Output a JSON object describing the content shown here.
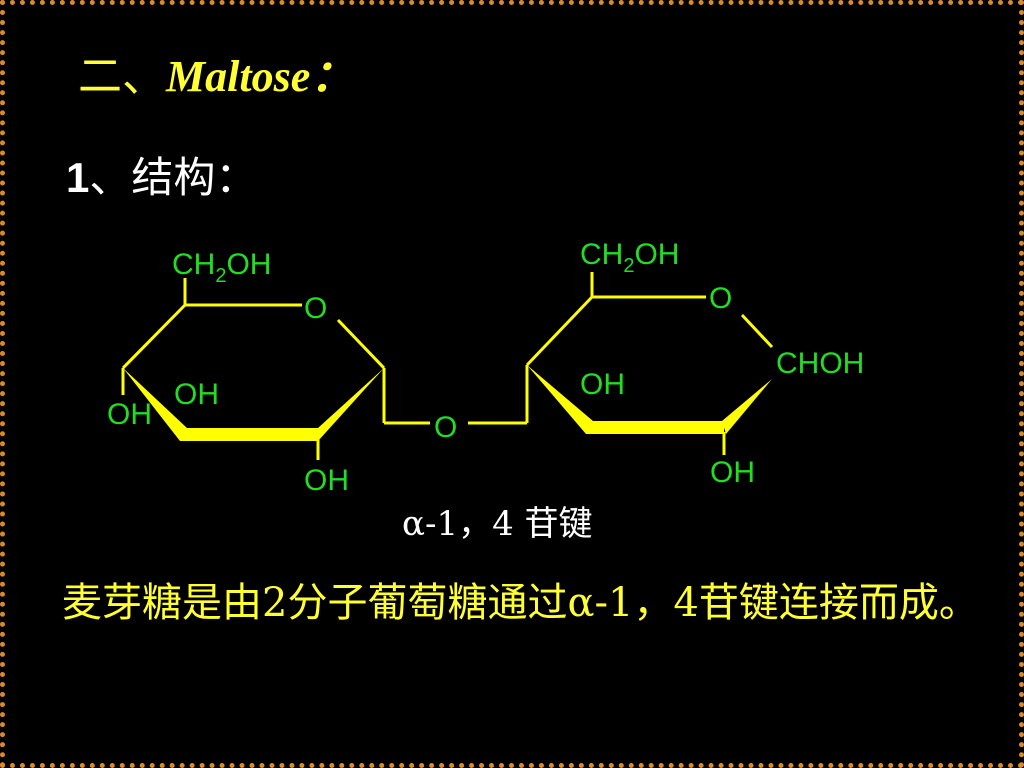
{
  "slide": {
    "title_prefix": "二、",
    "title_main": "Maltose",
    "title_colon": "：",
    "subtitle_num": "1",
    "subtitle_text": "、结构：",
    "caption": "α-1，4 苷键",
    "description": "麦芽糖是由2分子葡萄糖通过α-1，4苷键连接而成。"
  },
  "structure": {
    "left_ring": {
      "ch2oh_main": "CH",
      "ch2oh_sub": "2",
      "ch2oh_tail": "OH",
      "ring_o": "O",
      "oh_left": "OH",
      "oh_inner": "OH",
      "oh_bottom": "OH"
    },
    "bridge_o": "O",
    "right_ring": {
      "ch2oh_main": "CH",
      "ch2oh_sub": "2",
      "ch2oh_tail": "OH",
      "ring_o": "O",
      "choh": "CHOH",
      "oh_inner": "OH",
      "oh_bottom": "OH"
    }
  },
  "colors": {
    "background": "#000000",
    "title": "#ffff33",
    "bond": "#ffff00",
    "atom_label": "#22dd22",
    "text": "#ffffff",
    "border": "#d98a2b"
  }
}
